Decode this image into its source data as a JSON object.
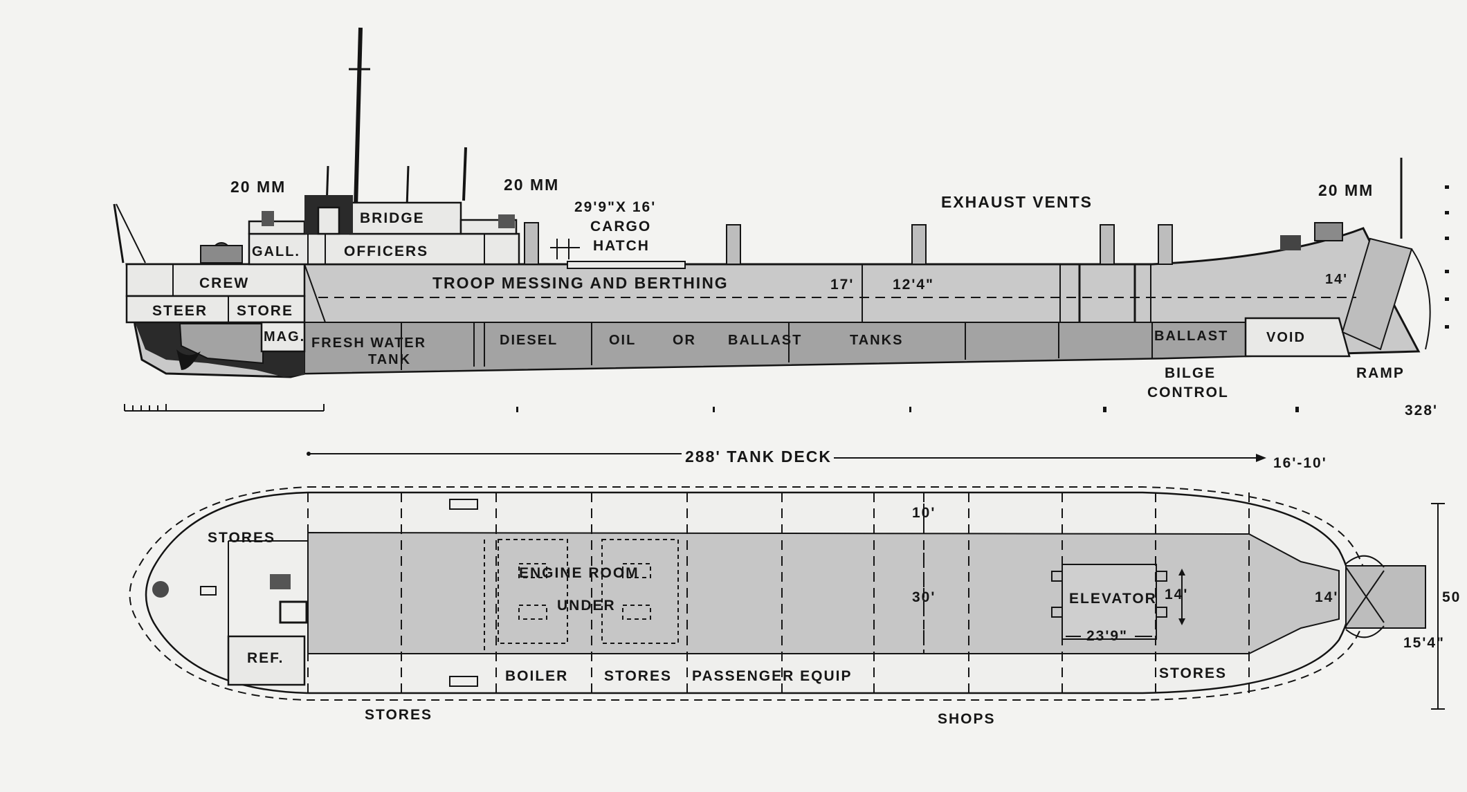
{
  "profile": {
    "gun_aft": "20 MM",
    "gun_mid": "20 MM",
    "gun_fwd": "20 MM",
    "bridge": "BRIDGE",
    "galley": "GALL.",
    "officers": "OFFICERS",
    "crew": "CREW",
    "steer": "STEER",
    "store": "STORE",
    "magazine": "MAG.",
    "cargo_hatch_line1": "29'9\"X 16'",
    "cargo_hatch_line2": "CARGO",
    "cargo_hatch_line3": "HATCH",
    "exhaust_vents": "EXHAUST VENTS",
    "troop_messing": "TROOP MESSING AND BERTHING",
    "height_17": "17'",
    "height_12_4": "12'4\"",
    "height_14": "14'",
    "fresh_water_line1": "FRESH WATER",
    "fresh_water_line2": "TANK",
    "diesel": "DIESEL",
    "oil": "OIL",
    "or": "OR",
    "ballast_word": "BALLAST",
    "tanks": "TANKS",
    "ballast": "BALLAST",
    "void": "VOID",
    "bilge_line1": "BILGE",
    "bilge_line2": "CONTROL",
    "ramp": "RAMP",
    "length_total": "328'"
  },
  "dimensions": {
    "tank_deck": "288' TANK DECK",
    "fwd_16_10": "16'-10'"
  },
  "plan": {
    "stores_aft": "STORES",
    "ref": "REF.",
    "engine_room": "ENGINE ROOM",
    "under": "UNDER",
    "boiler": "BOILER",
    "stores_mid": "STORES",
    "passenger_equip": "PASSENGER EQUIP",
    "width_10": "10'",
    "width_30": "30'",
    "elevator": "ELEVATOR",
    "elevator_width": "14'",
    "elevator_length": "23'9\"",
    "ramp_width": "14'",
    "stores_fwd": "STORES",
    "beam": "50",
    "bow_door": "15'4\"",
    "stores_below": "STORES",
    "shops": "SHOPS"
  }
}
